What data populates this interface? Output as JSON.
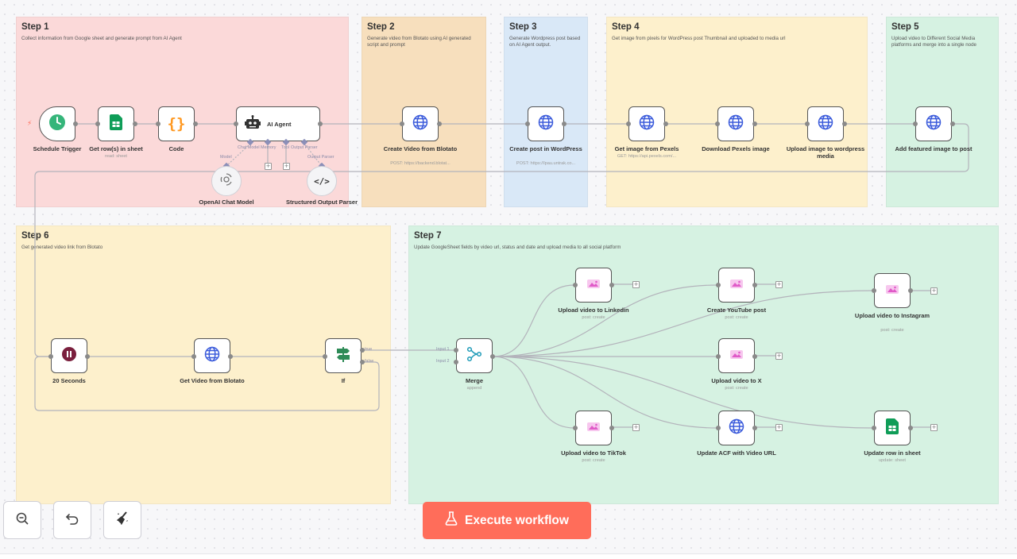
{
  "stickies": [
    {
      "title": "Step 1",
      "desc": "Collect information from Google sheet and generate prompt from AI Agent",
      "color": "#fbd9d9"
    },
    {
      "title": "Step 2",
      "desc": "Generate video from Blotato using AI generated script and prompt",
      "color": "#f7dfbd"
    },
    {
      "title": "Step 3",
      "desc": "Generate Wordpress post based on AI Agent output.",
      "color": "#d9e8f7"
    },
    {
      "title": "Step 4",
      "desc": "Get image from pixels for WordPress post Thumbnail and uploaded to media url",
      "color": "#fdf0cc"
    },
    {
      "title": "Step 5",
      "desc": "Upload video to Different Social Media platforms and merge into a single node",
      "color": "#d6f2e2"
    },
    {
      "title": "Step 6",
      "desc": "Get generated video link from Blotato",
      "color": "#fdf0cc"
    },
    {
      "title": "Step 7",
      "desc": "Update GoogleSheet fields by video url, status and date and upload media to all social platform",
      "color": "#d6f2e2"
    }
  ],
  "nodes": {
    "schedule_trigger": {
      "label": "Schedule Trigger",
      "icon": "clock-icon"
    },
    "get_rows": {
      "label": "Get row(s) in sheet",
      "sub": "read: sheet",
      "icon": "google-sheets-icon"
    },
    "code": {
      "label": "Code",
      "icon": "braces-icon"
    },
    "ai_agent": {
      "label": "AI Agent",
      "icon": "robot-icon",
      "ports": [
        "Chat Model",
        "Memory",
        "Tool",
        "Output Parser"
      ]
    },
    "openai": {
      "label": "OpenAI Chat Model",
      "icon": "openai-icon",
      "port": "Model"
    },
    "structured_parser": {
      "label": "Structured Output Parser",
      "icon": "code-icon",
      "port": "Output Parser"
    },
    "create_video": {
      "label": "Create Video from Blotato",
      "sub": "POST: https://backend.blotat...",
      "icon": "globe-icon"
    },
    "create_post": {
      "label": "Create post in WordPress",
      "sub": "POST: https://lpau.untrak.co...",
      "icon": "globe-icon"
    },
    "get_image": {
      "label": "Get image from Pexels",
      "sub": "GET: https://api.pexels.com/...",
      "icon": "globe-icon"
    },
    "download_image": {
      "label": "Download Pexels image",
      "icon": "globe-icon"
    },
    "upload_image": {
      "label": "Upload image to wordpress media",
      "icon": "globe-icon"
    },
    "featured_image": {
      "label": "Add featured image to post",
      "icon": "globe-icon"
    },
    "wait": {
      "label": "20 Seconds",
      "icon": "pause-icon"
    },
    "get_video": {
      "label": "Get Video from Blotato",
      "icon": "globe-icon"
    },
    "if_node": {
      "label": "If",
      "icon": "signpost-icon",
      "outputs": [
        "true",
        "false"
      ]
    },
    "merge": {
      "label": "Merge",
      "sub": "append",
      "icon": "merge-icon",
      "inputs": [
        "Input 1",
        "Input 2"
      ]
    },
    "linkedin": {
      "label": "Upload video to Linkedin",
      "sub": "post: create",
      "icon": "blotato-icon"
    },
    "youtube": {
      "label": "Create YouTube post",
      "sub": "post: create",
      "icon": "blotato-icon"
    },
    "instagram": {
      "label": "Upload video to Instagram",
      "sub": "post: create",
      "icon": "blotato-icon"
    },
    "x": {
      "label": "Upload video to X",
      "sub": "post: create",
      "icon": "blotato-icon"
    },
    "tiktok": {
      "label": "Upload video to TikTok",
      "sub": "post: create",
      "icon": "blotato-icon"
    },
    "acf": {
      "label": "Update ACF with Video URL",
      "icon": "globe-icon"
    },
    "update_row": {
      "label": "Update row in sheet",
      "sub": "update: sheet",
      "icon": "google-sheets-icon"
    }
  },
  "toolbar": {
    "zoom_out": "zoom-out-icon",
    "undo": "undo-icon",
    "tidy": "broom-icon",
    "execute_label": "Execute workflow",
    "execute_icon": "flask-icon"
  },
  "colors": {
    "execute": "#ff6d5a",
    "node_border": "#555555",
    "wire": "#b3b3bb",
    "port_diamond": "#8b8fb8"
  }
}
